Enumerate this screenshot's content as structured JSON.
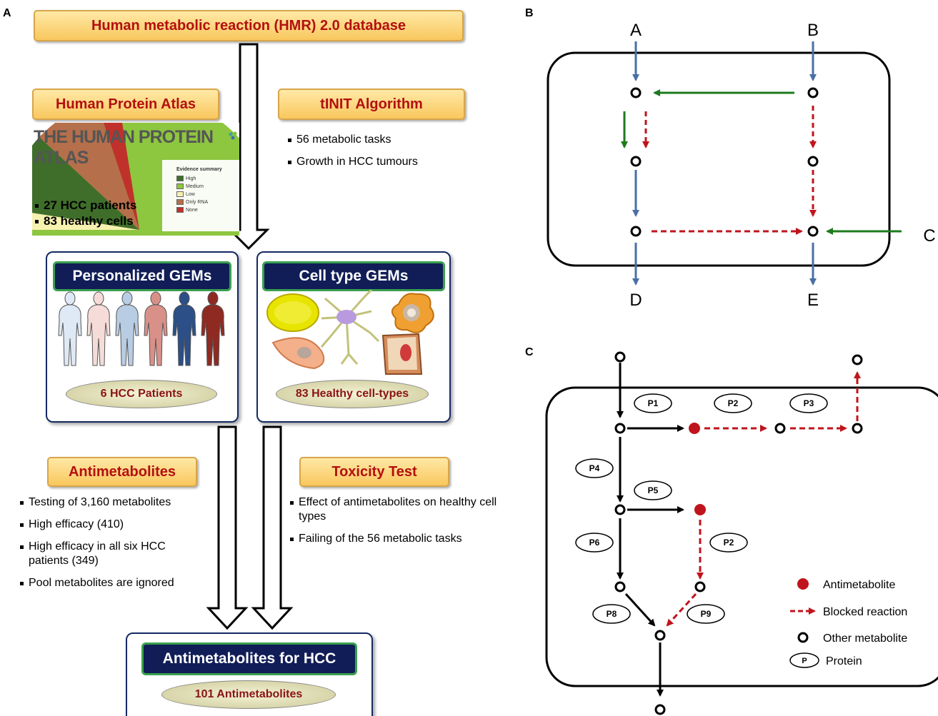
{
  "panels": {
    "a": "A",
    "b": "B",
    "c": "C"
  },
  "panel_a": {
    "top_title": "Human metabolic reaction (HMR) 2.0 database",
    "hpa_title": "Human Protein Atlas",
    "tinit_title": "tINIT Algorithm",
    "tinit_bullets": [
      "56 metabolic tasks",
      "Growth in HCC tumours"
    ],
    "hpa_image": {
      "logo_text": "THE HUMAN PROTEIN ATLAS",
      "legend_title": "Evidence summary",
      "legend": [
        {
          "label": "High",
          "color": "#3f6e2a"
        },
        {
          "label": "Medium",
          "color": "#8dc63f"
        },
        {
          "label": "Low",
          "color": "#f7f1b0"
        },
        {
          "label": "Only RNA",
          "color": "#b56f4a"
        },
        {
          "label": "None",
          "color": "#c0312b"
        }
      ],
      "bullets": [
        "27 HCC patients",
        "83 healthy cells"
      ]
    },
    "personalized_title": "Personalized GEMs",
    "personalized_pill": "6 HCC Patients",
    "figure_colors": [
      "#dfe9f5",
      "#f6dcd8",
      "#b8cde4",
      "#d99088",
      "#2b4f86",
      "#8e2a22"
    ],
    "celltype_title": "Cell type GEMs",
    "celltype_pill": "83 Healthy cell-types",
    "antimetab_title": "Antimetabolites",
    "antimetab_bullets": [
      "Testing of 3,160 metabolites",
      "High efficacy (410)",
      "High efficacy in all six HCC patients (349)",
      "Pool metabolites are ignored"
    ],
    "toxicity_title": "Toxicity Test",
    "toxicity_bullets": [
      "Effect of antimetabolites on healthy cell types",
      "Failing of  the 56 metabolic tasks"
    ],
    "final_title": "Antimetabolites for HCC",
    "final_pill": "101 Antimetabolites"
  },
  "panel_b": {
    "labels": {
      "A": "A",
      "B": "B",
      "C": "C",
      "D": "D",
      "E": "E"
    },
    "colors": {
      "blue": "#4a6fa5",
      "green": "#1e7a1e",
      "red": "#c0141c"
    }
  },
  "panel_c": {
    "proteins": {
      "P1": "P1",
      "P2": "P2",
      "P3": "P3",
      "P4": "P4",
      "P5": "P5",
      "P6": "P6",
      "P2b": "P2",
      "P8": "P8",
      "P9": "P9"
    },
    "legend": {
      "antimetabolite": "Antimetabolite",
      "blocked": "Blocked reaction",
      "other": "Other metabolite",
      "protein_symbol": "P",
      "protein": "Protein"
    }
  }
}
